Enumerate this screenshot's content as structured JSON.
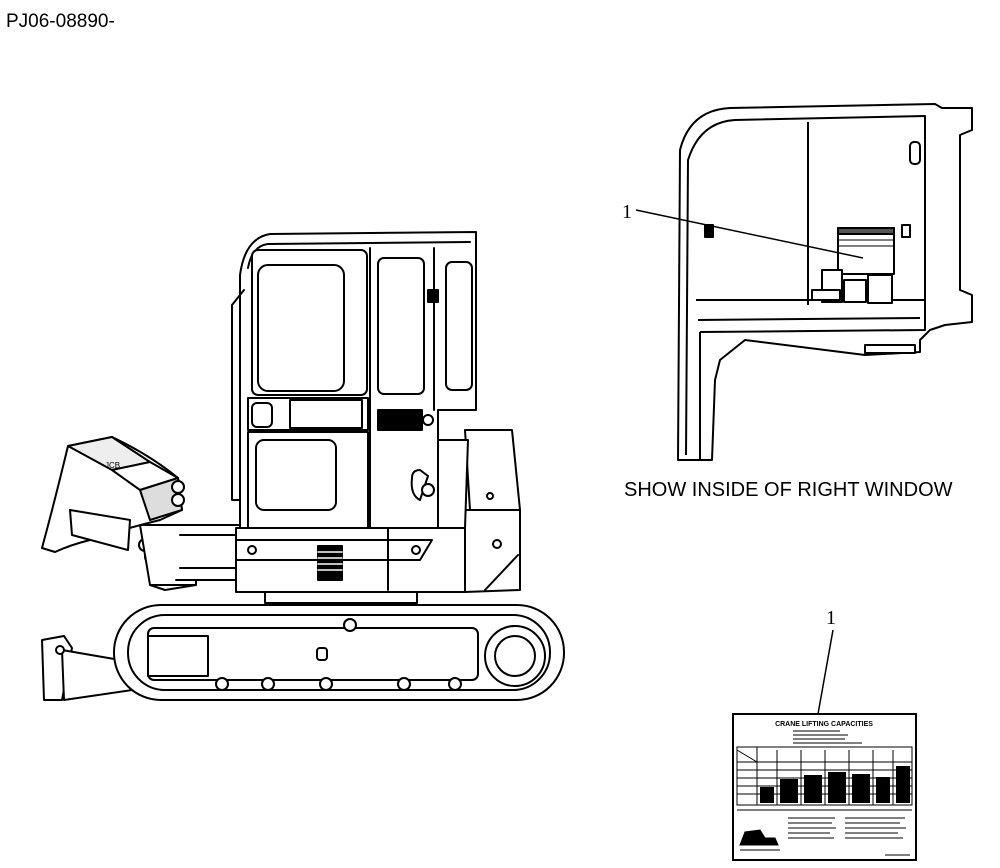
{
  "drawing": {
    "part_number": "PJ06-08890-",
    "view_caption": "SHOW INSIDE OF RIGHT WINDOW",
    "callouts": [
      "1",
      "1"
    ],
    "decal": {
      "title": "CRANE LIFTING CAPACITIES"
    },
    "boom_badge": "JCB"
  }
}
